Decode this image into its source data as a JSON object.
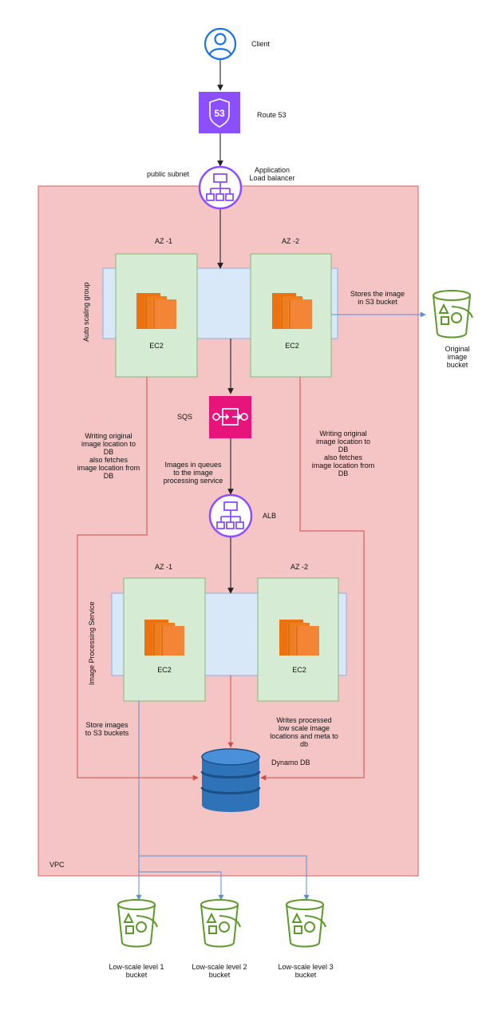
{
  "colors": {
    "vpc_fill": "#f5c4c4",
    "vpc_stroke": "#d9605e",
    "asg_fill": "#d8e8f8",
    "asg_stroke": "#8fb1d9",
    "az_fill": "#d6ebd3",
    "az_stroke": "#86b97c",
    "ec2_orange": "#ec7211",
    "route53_purple": "#8c4fff",
    "sqs_pink": "#e7157b",
    "s3_green": "#5e9a2a",
    "dynamo_blue": "#2e73b8",
    "client_blue": "#1a73e8",
    "line_dark": "#222222",
    "line_blue": "#5b8fd6",
    "line_red": "#d04c48"
  },
  "nodes": {
    "client": {
      "label": "Client",
      "icon": "user-icon"
    },
    "route53": {
      "label": "Route 53",
      "icon": "route53-shield-icon",
      "badge": "53"
    },
    "alb_top": {
      "label": "Application\nLoad balancer",
      "icon": "load-balancer-icon"
    },
    "alb_mid": {
      "label": "ALB",
      "icon": "load-balancer-icon"
    },
    "sqs": {
      "label": "SQS",
      "icon": "sqs-queue-icon"
    },
    "dynamo": {
      "label": "Dynamo DB",
      "icon": "dynamodb-icon"
    },
    "original_bucket": {
      "label": "Original image\nbucket",
      "icon": "s3-bucket-icon"
    },
    "low_scale_1": {
      "label": "Low-scale level 1\nbucket",
      "icon": "s3-bucket-icon"
    },
    "low_scale_2": {
      "label": "Low-scale level 2\nbucket",
      "icon": "s3-bucket-icon"
    },
    "low_scale_3": {
      "label": "Low-scale level 3\nbucket",
      "icon": "s3-bucket-icon"
    }
  },
  "groups": {
    "public_subnet": "public subnet",
    "vpc": "VPC",
    "asg_top": "Auto scaling group",
    "asg_bottom": "Image Processing Service",
    "az1_top": "AZ -1",
    "az2_top": "AZ -2",
    "az1_bottom": "AZ -1",
    "az2_bottom": "AZ -2",
    "ec2_1": "EC2",
    "ec2_2": "EC2",
    "ec2_3": "EC2",
    "ec2_4": "EC2"
  },
  "annotations": {
    "stores_image": "Stores the image\nin S3 bucket",
    "writing_left": "Writing original\nimage location to\nDB\nalso fetches\nimage location from\nDB",
    "writing_right": "Writing original\nimage location to\nDB\nalso fetches\nimage location from\nDB",
    "images_in_queues": "Images in queues\nto the image\nprocessing service",
    "store_images": "Store images\nto S3 buckets",
    "writes_processed": "Writes processed\nlow scale image\nlocations and meta to\ndb"
  }
}
